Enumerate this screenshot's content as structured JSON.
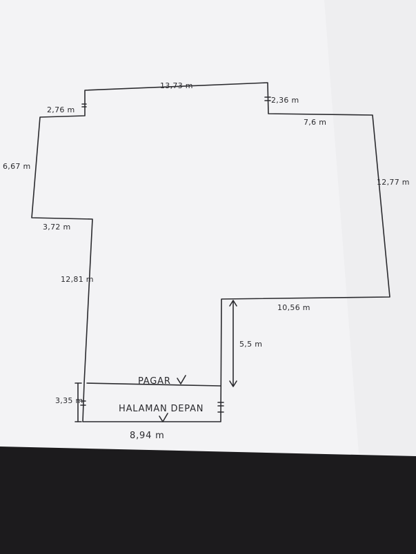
{
  "plan": {
    "colors": {
      "paper": "#f3f3f5",
      "paper_shadow": "#e4e4e8",
      "ink": "#2a2a2e",
      "floor": "#1c1b1d"
    },
    "dimensions": {
      "top": "13,73 m",
      "top_step": "2,36 m",
      "top_left_step": "2,76 m",
      "right_top": "7,6 m",
      "right": "12,77 m",
      "left_upper": "6,67 m",
      "left_step": "3,72 m",
      "left_lower": "12,81 m",
      "bottom_right": "10,56 m",
      "vertical_inner": "5,5 m",
      "front_height": "3,35 m",
      "front_width": "8,94 m"
    },
    "annotations": {
      "fence": "PAGAR",
      "front_yard": "HALAMAN DEPAN"
    }
  }
}
